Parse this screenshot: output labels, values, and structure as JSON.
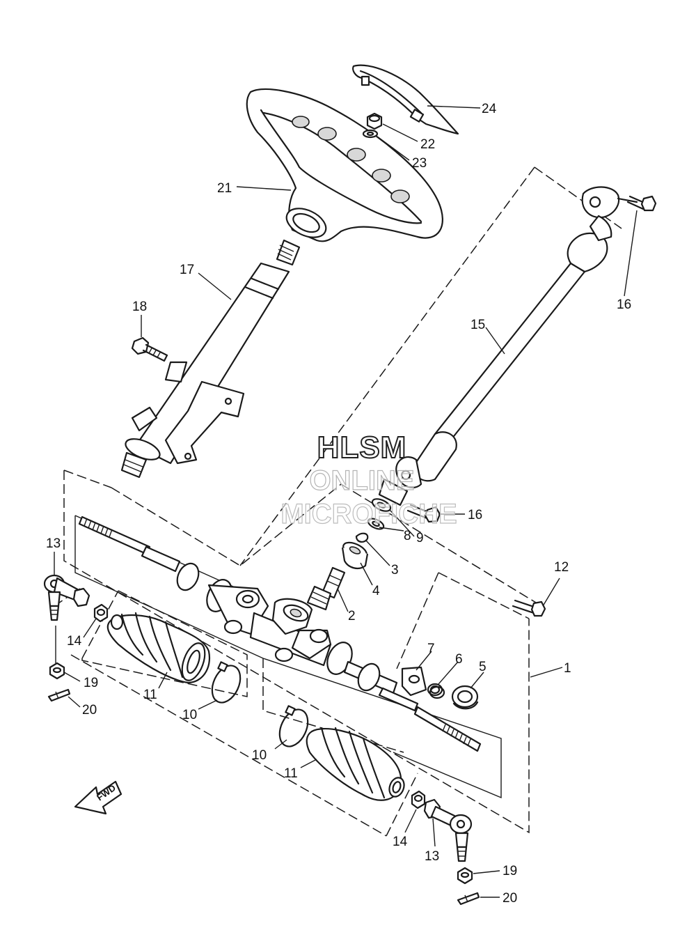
{
  "callouts": [
    {
      "num": "24"
    },
    {
      "num": "22"
    },
    {
      "num": "23"
    },
    {
      "num": "21"
    },
    {
      "num": "17"
    },
    {
      "num": "18"
    },
    {
      "num": "16"
    },
    {
      "num": "15"
    },
    {
      "num": "16"
    },
    {
      "num": "9"
    },
    {
      "num": "8"
    },
    {
      "num": "3"
    },
    {
      "num": "4"
    },
    {
      "num": "2"
    },
    {
      "num": "12"
    },
    {
      "num": "13"
    },
    {
      "num": "14"
    },
    {
      "num": "19"
    },
    {
      "num": "20"
    },
    {
      "num": "11"
    },
    {
      "num": "10"
    },
    {
      "num": "7"
    },
    {
      "num": "6"
    },
    {
      "num": "5"
    },
    {
      "num": "1"
    },
    {
      "num": "10"
    },
    {
      "num": "11"
    },
    {
      "num": "14"
    },
    {
      "num": "13"
    },
    {
      "num": "19"
    },
    {
      "num": "20"
    }
  ],
  "fwd_label": "FWD",
  "watermark": {
    "line1": "HLSM",
    "line2": "ONLINE",
    "line3": "MICROFICHE"
  }
}
